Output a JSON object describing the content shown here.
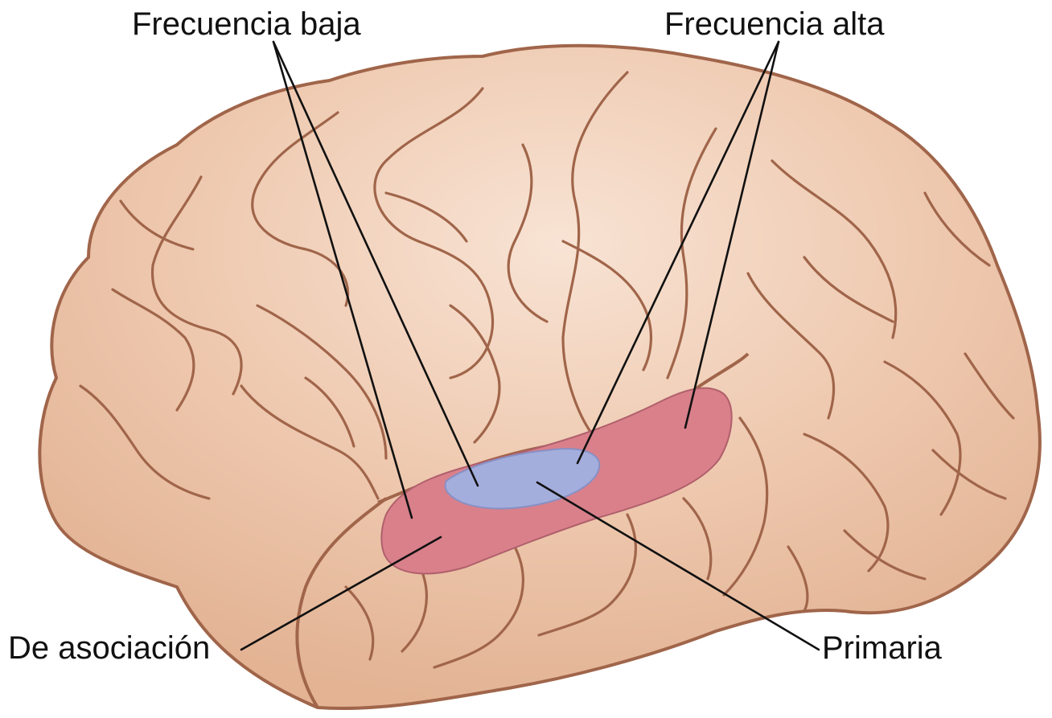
{
  "labels": {
    "low_frequency": "Frecuencia baja",
    "high_frequency": "Frecuencia alta",
    "association": "De asociación",
    "primary": "Primaria"
  },
  "colors": {
    "brain_fill": "#eec8ae",
    "brain_highlight": "#f7e1d1",
    "sulcus_stroke": "#a0654a",
    "association_area": "#d9808b",
    "primary_area": "#a4aedc",
    "leader_line": "#111111",
    "text": "#111111"
  },
  "icons": {
    "brain": "brain-lateral-view-icon"
  }
}
